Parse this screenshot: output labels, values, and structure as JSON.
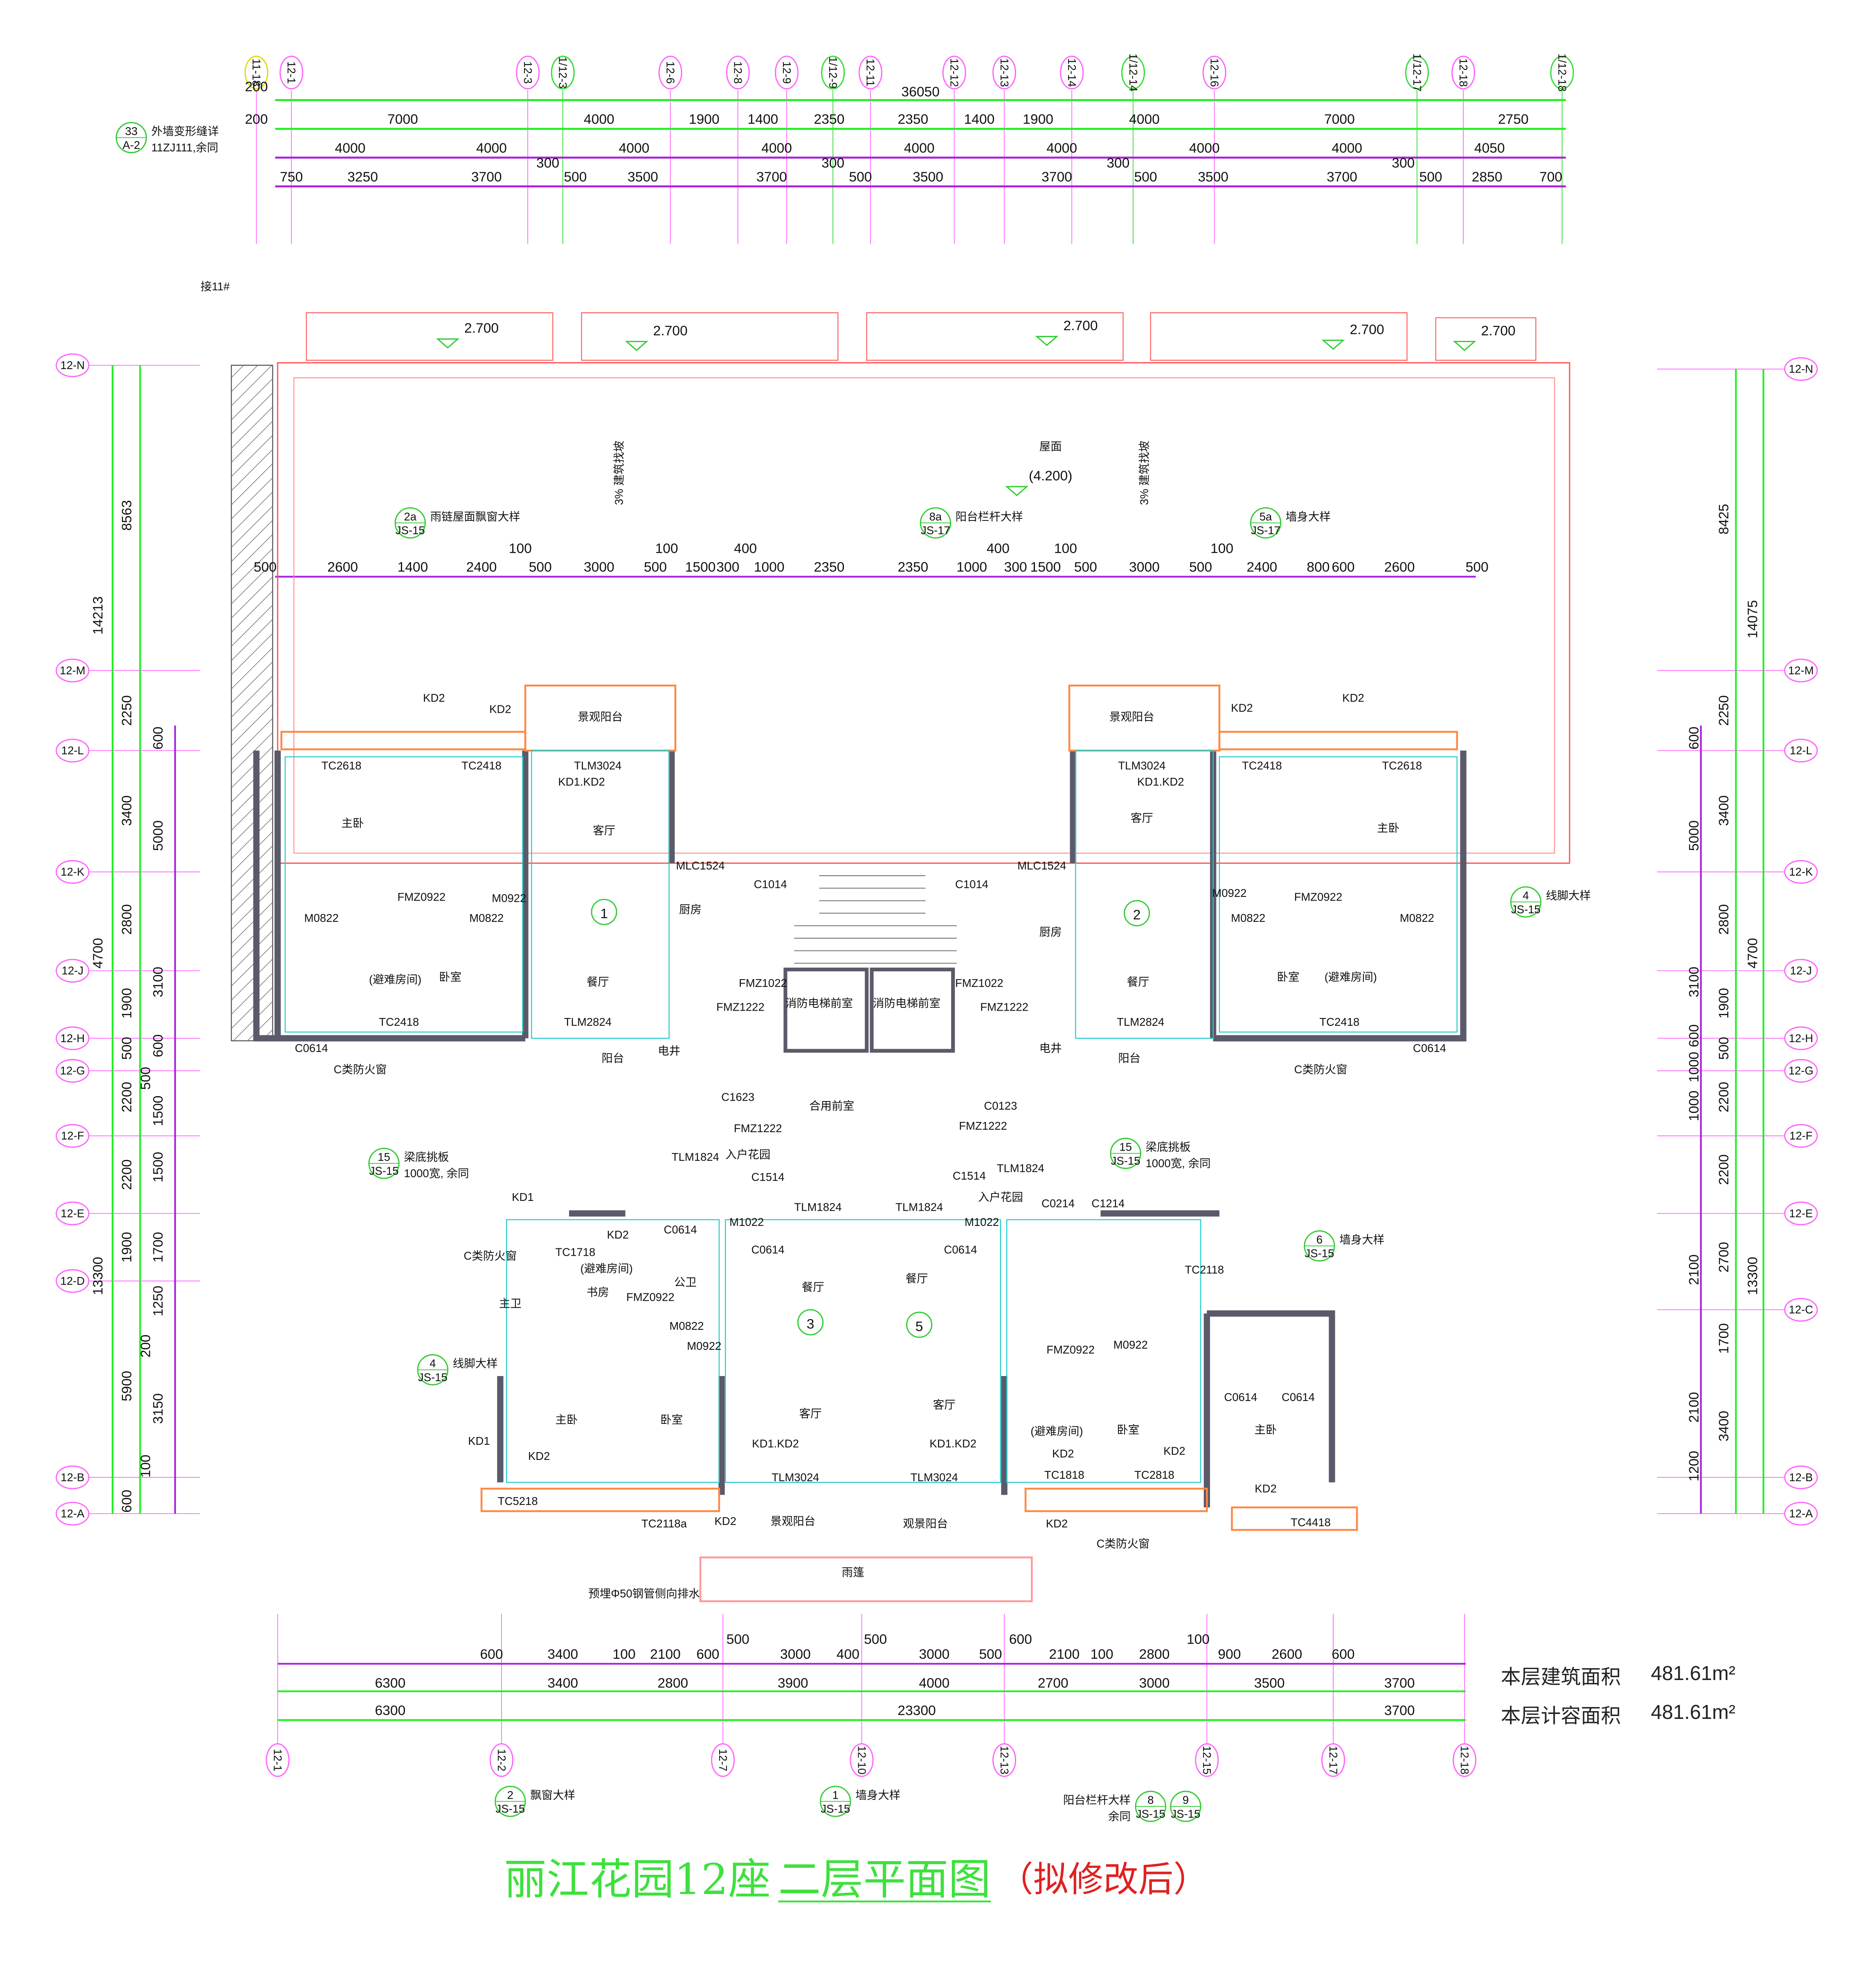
{
  "drawing": {
    "title": "丽江花园12座",
    "title_underlined": "二层平面图",
    "title_suffix": "（拟修改后）",
    "area_building_label": "本层建筑面积",
    "area_building_value": "481.61m²",
    "area_plot_label": "本层计容面积",
    "area_plot_value": "481.61m²"
  },
  "colors": {
    "axis_bubble": "#ff66ff",
    "axis_bubble_alt": "#33dd33",
    "dimension_green": "#22ee22",
    "dimension_purple": "#aa22dd",
    "wall": "#555566",
    "roof_outline": "#ff3333",
    "title": "#3ee03e",
    "title_suffix": "#e02020"
  },
  "top_axes": [
    "11-18",
    "12-1",
    "12-3",
    "1/12-3",
    "12-6",
    "12-8",
    "12-9",
    "1/12-9",
    "12-11",
    "12-12",
    "12-13",
    "12-14",
    "1/12-14",
    "12-16",
    "1/12-17",
    "12-18",
    "1/12-18"
  ],
  "bottom_axes": [
    "12-1",
    "12-2",
    "12-7",
    "12-10",
    "12-13",
    "12-15",
    "12-17",
    "12-18"
  ],
  "left_axes": [
    "12-N",
    "12-M",
    "12-L",
    "12-K",
    "12-J",
    "12-H",
    "12-G",
    "12-F",
    "12-E",
    "12-D",
    "12-B",
    "12-A"
  ],
  "right_axes": [
    "12-N",
    "12-M",
    "12-L",
    "12-K",
    "12-J",
    "12-H",
    "12-G",
    "12-F",
    "12-E",
    "12-C",
    "12-B",
    "12-A"
  ],
  "top_dims": {
    "row1": [
      "200",
      "36050"
    ],
    "row2": [
      "200",
      "7000",
      "4000",
      "1900",
      "1400",
      "2350",
      "2350",
      "1400",
      "1900",
      "4000",
      "7000",
      "2750"
    ],
    "row3": [
      "4000",
      "4000",
      "4000",
      "4000",
      "4000",
      "4000",
      "4000",
      "4000",
      "4050"
    ],
    "row4": [
      "750",
      "3250",
      "3700",
      "300",
      "500",
      "3500",
      "3700",
      "300",
      "500",
      "3500",
      "3700",
      "300",
      "500",
      "3500",
      "3700",
      "300",
      "500",
      "2850",
      "700"
    ]
  },
  "roof_dims": [
    "500",
    "2600",
    "1400",
    "2400",
    "100",
    "500",
    "3000",
    "100",
    "500",
    "1500",
    "400",
    "300",
    "1000",
    "2350",
    "2350",
    "1000",
    "400",
    "300",
    "1500",
    "100",
    "500",
    "3000",
    "100",
    "500",
    "2400",
    "800",
    "600",
    "2600",
    "500"
  ],
  "bottom_dims": {
    "row1": [
      "600",
      "3400",
      "100",
      "2100",
      "600",
      "500",
      "3000",
      "400",
      "500",
      "3000",
      "500",
      "600",
      "2100",
      "100",
      "2800",
      "100",
      "900",
      "2600",
      "600"
    ],
    "row2": [
      "6300",
      "3400",
      "2800",
      "3900",
      "4000",
      "2700",
      "3000",
      "3500",
      "3700"
    ],
    "row3": [
      "6300",
      "23300",
      "3700"
    ]
  },
  "left_dims": [
    "8563",
    "14213",
    "2250",
    "3400",
    "2800",
    "4700",
    "1900",
    "500",
    "2200",
    "2200",
    "1900",
    "13300",
    "5900",
    "600",
    "600",
    "5000",
    "3100",
    "600",
    "500",
    "1500",
    "1500",
    "1700",
    "1250",
    "200",
    "3150",
    "100"
  ],
  "right_dims": [
    "8425",
    "14075",
    "2250",
    "3400",
    "2800",
    "4700",
    "1900",
    "500",
    "2200",
    "2200",
    "2700",
    "13300",
    "1700",
    "3400",
    "600",
    "5000",
    "3100",
    "600",
    "1000",
    "1000",
    "2100",
    "2100",
    "1200"
  ],
  "elevations": [
    "2.700",
    "2.700",
    "2.700",
    "2.700",
    "2.700",
    "(4.200)"
  ],
  "roof_labels": [
    "屋面",
    "3% 建筑找坡",
    "3% 建筑找坡"
  ],
  "unit_numbers": [
    "1",
    "2",
    "3",
    "5"
  ],
  "rooms": [
    "景观阳台",
    "景观阳台",
    "客厅",
    "客厅",
    "餐厅",
    "餐厅",
    "主卧",
    "主卧",
    "卧室",
    "卧室",
    "(避难房间)",
    "(避难房间)",
    "厨房",
    "厨房",
    "阳台",
    "阳台",
    "合用前室",
    "入户花园",
    "入户花园",
    "餐厅",
    "餐厅",
    "客厅",
    "客厅",
    "主卧",
    "主卧",
    "卧室",
    "卧室",
    "书房",
    "(避难房间)",
    "(避难房间)",
    "景观阳台",
    "观景阳台",
    "雨篷",
    "消防电梯前室",
    "消防电梯前室",
    "电井",
    "电井",
    "公卫",
    "主卫"
  ],
  "components": [
    "KD2",
    "KD2",
    "KD2",
    "KD2",
    "TC2618",
    "TC2418",
    "TC2418",
    "TC2618",
    "TLM3024",
    "TLM3024",
    "KD1.KD2",
    "KD1.KD2",
    "MLC1524",
    "MLC1524",
    "C1014",
    "C1014",
    "M0822",
    "M0922",
    "FMZ0922",
    "M0822",
    "M0922",
    "M0822",
    "FMZ0922",
    "M0822",
    "TLM2824",
    "TLM2824",
    "C0614",
    "C0614",
    "TC2418",
    "TC2418",
    "FMZ1022",
    "FMZ1022",
    "FMZ1222",
    "FMZ1222",
    "C1623",
    "C0123",
    "FMZ1222",
    "FMZ1222",
    "TLM1824",
    "TLM1824",
    "TLM1824",
    "TLM1824",
    "C1514",
    "C1514",
    "C0214",
    "C1214",
    "C0614",
    "C0614",
    "C0614",
    "M1022",
    "M1022",
    "TC1718",
    "TC2118",
    "KD1",
    "KD1",
    "TC5218",
    "TC2118a",
    "KD2",
    "TLM3024",
    "TLM3024",
    "KD1.KD2",
    "KD1.KD2",
    "TC1818",
    "TC2818",
    "TC4418",
    "M0822",
    "M0922",
    "FMZ0922",
    "FMZ0922",
    "M0922",
    "KD2",
    "KD2",
    "KD2",
    "C0614",
    "C0614",
    "KD2",
    "KD2",
    "KD2"
  ],
  "callouts": [
    {
      "num": "33",
      "sheet": "A-2",
      "text": "外墙变形缝详",
      "text2": "11ZJ111,余同"
    },
    {
      "num": "2a",
      "sheet": "JS-15",
      "text": "雨链屋面飘窗大样"
    },
    {
      "num": "8a",
      "sheet": "JS-17",
      "text": "阳台栏杆大样"
    },
    {
      "num": "5a",
      "sheet": "JS-17",
      "text": "墙身大样"
    },
    {
      "num": "4",
      "sheet": "JS-15",
      "text": "线脚大样"
    },
    {
      "num": "15",
      "sheet": "JS-15",
      "text": "梁底挑板",
      "text2": "1000宽, 余同"
    },
    {
      "num": "15",
      "sheet": "JS-15",
      "text": "梁底挑板",
      "text2": "1000宽, 余同"
    },
    {
      "num": "4",
      "sheet": "JS-15",
      "text": "线脚大样"
    },
    {
      "num": "6",
      "sheet": "JS-15",
      "text": "墙身大样"
    },
    {
      "num": "2",
      "sheet": "JS-15",
      "text": "飘窗大样"
    },
    {
      "num": "1",
      "sheet": "JS-15",
      "text": "墙身大样"
    },
    {
      "num": "8",
      "sheet": "JS-15",
      "text": "阳台栏杆大样",
      "text2": "余同"
    },
    {
      "num": "9",
      "sheet": "JS-15",
      "text": ""
    }
  ],
  "notes": [
    "接11#",
    "C类防火窗",
    "C类防火窗",
    "C类防火窗",
    "C类防火窗",
    "预埋Φ50钢管侧向排水"
  ]
}
